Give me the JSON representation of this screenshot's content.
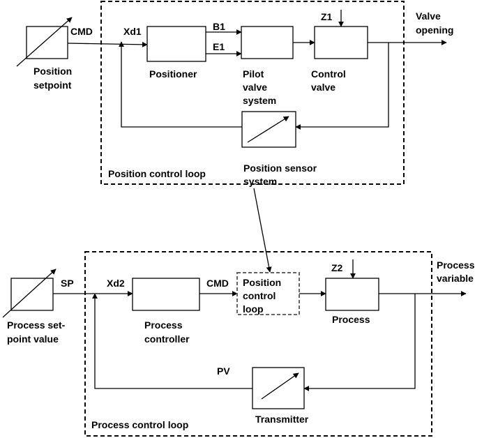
{
  "position_loop": {
    "container_label": "Position control loop",
    "setpoint_block": {
      "label_line1": "Position",
      "label_line2": "setpoint"
    },
    "signal_cmd": "CMD",
    "signal_xd1": "Xd1",
    "positioner_label": "Positioner",
    "signal_b1": "B1",
    "signal_e1": "E1",
    "pilot_valve": {
      "line1": "Pilot",
      "line2": "valve",
      "line3": "system"
    },
    "disturbance": "Z1",
    "control_valve": {
      "line1": "Control",
      "line2": "valve"
    },
    "output": {
      "line1": "Valve",
      "line2": "opening"
    },
    "sensor": {
      "line1": "Position sensor",
      "line2": "system"
    }
  },
  "process_loop": {
    "container_label": "Process control loop",
    "setpoint_block": {
      "label_line1": "Process set-",
      "label_line2": "point value"
    },
    "signal_sp": "SP",
    "signal_xd2": "Xd2",
    "controller": {
      "line1": "Process",
      "line2": "controller"
    },
    "signal_cmd": "CMD",
    "inner_loop": {
      "line1": "Position",
      "line2": "control",
      "line3": "loop"
    },
    "disturbance": "Z2",
    "process_label": "Process",
    "output": {
      "line1": "Process",
      "line2": "variable"
    },
    "signal_pv": "PV",
    "transmitter_label": "Transmitter"
  }
}
